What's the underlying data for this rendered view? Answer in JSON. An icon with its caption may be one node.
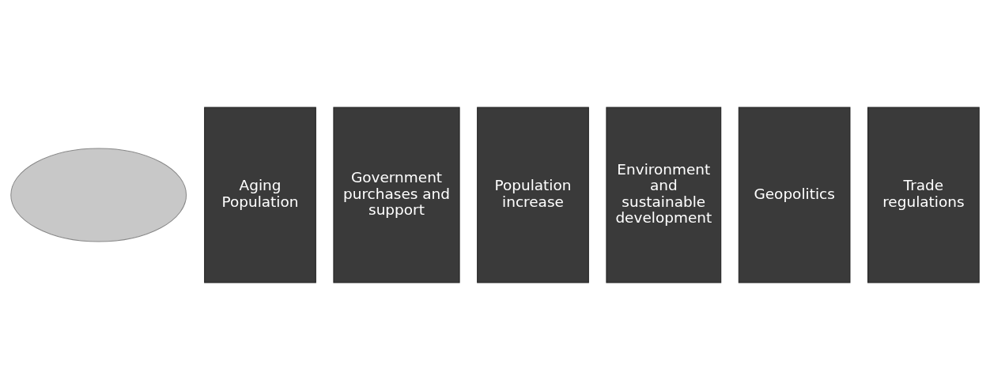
{
  "diagram": {
    "nodes": [
      {
        "text": [],
        "shape": "ellipse"
      },
      {
        "text": [
          "Aging Population"
        ]
      },
      {
        "text": [
          "Government purchases and support"
        ]
      },
      {
        "text": [
          "Population increase"
        ]
      },
      {
        "text": [
          "Environment and sustainable development"
        ]
      },
      {
        "text": [
          "Geopolitics"
        ]
      },
      {
        "text": [
          "Trade regulations"
        ]
      }
    ]
  }
}
